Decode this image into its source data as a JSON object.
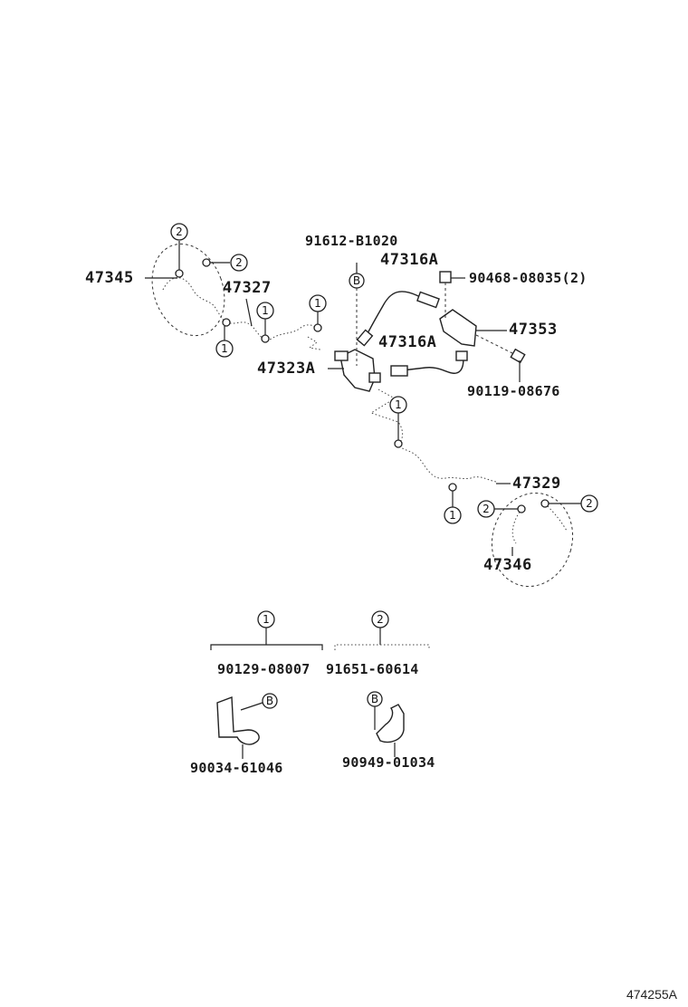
{
  "labels": {
    "p47345": "47345",
    "p47327": "47327",
    "p91612": "91612-B1020",
    "p47316a_top": "47316A",
    "p90468": "90468-08035(2)",
    "p47353": "47353",
    "p47316a_mid": "47316A",
    "p47323a": "47323A",
    "p90119": "90119-08676",
    "p47329": "47329",
    "p47346": "47346",
    "p90129": "90129-08007",
    "p91651": "91651-60614",
    "p90034": "90034-61046",
    "p90949": "90949-01034"
  },
  "callouts": {
    "one": "1",
    "two": "2",
    "bolt": "B"
  },
  "reference_code": "474255A"
}
